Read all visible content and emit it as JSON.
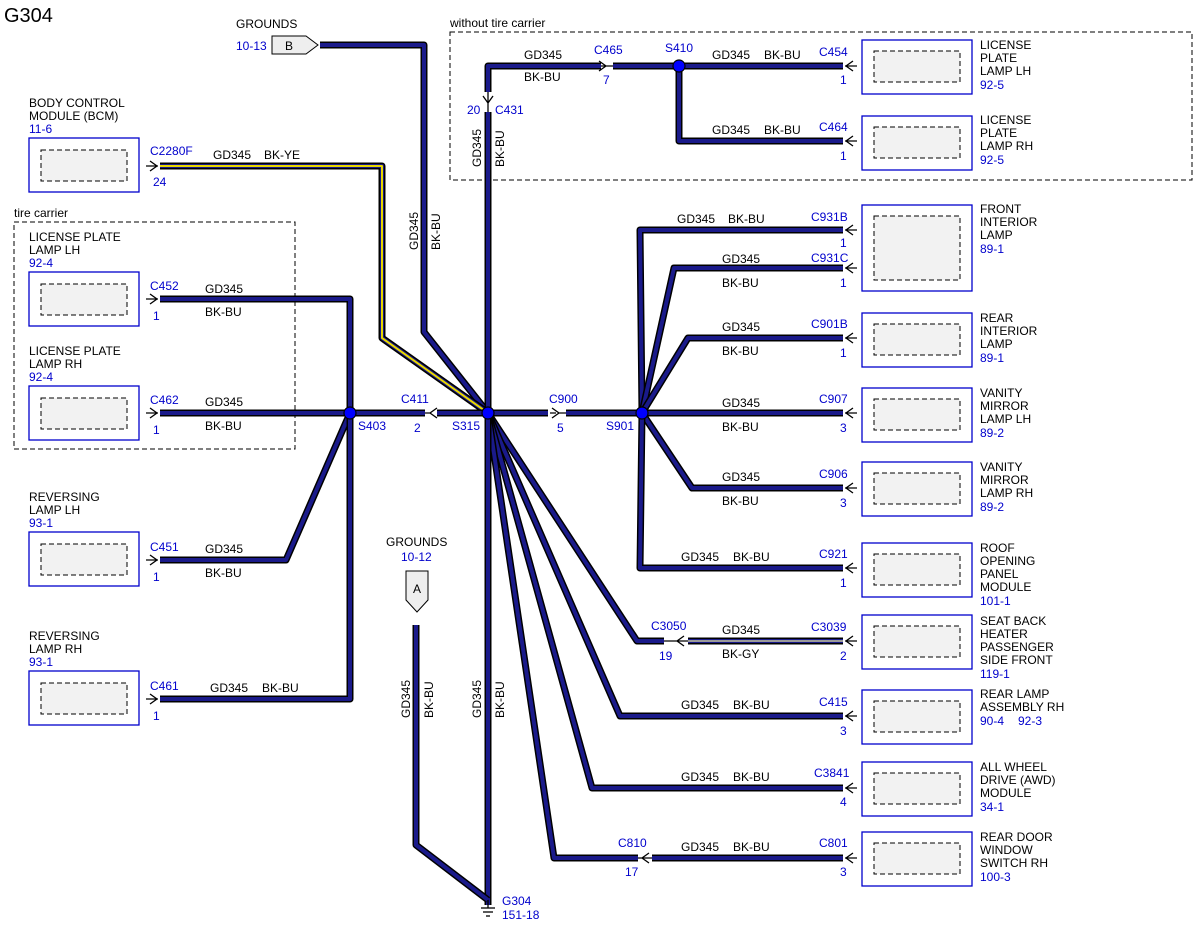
{
  "title": "G304",
  "splices": {
    "s403": "S403",
    "s315": "S315",
    "s901": "S901",
    "s410": "S410"
  },
  "wire": {
    "circuit": "GD345",
    "bk_bu": "BK-BU",
    "bk_ye": "BK-YE",
    "bk_gy": "BK-GY"
  },
  "grounds_b": {
    "label": "GROUNDS",
    "ref": "10-13",
    "letter": "B"
  },
  "grounds_a": {
    "label": "GROUNDS",
    "ref": "10-12",
    "letter": "A"
  },
  "ground_point": {
    "name": "G304",
    "ref": "151-18"
  },
  "groups": {
    "tire_carrier": "tire carrier",
    "without_tire_carrier": "without tire carrier"
  },
  "inline": {
    "c411": {
      "conn": "C411",
      "pin": "2"
    },
    "c900": {
      "conn": "C900",
      "pin": "5"
    },
    "c431": {
      "conn": "C431",
      "pin": "20"
    },
    "c465": {
      "conn": "C465",
      "pin": "7"
    },
    "c3050": {
      "conn": "C3050",
      "pin": "19"
    },
    "c810": {
      "conn": "C810",
      "pin": "17"
    }
  },
  "components": {
    "bcm": {
      "name": [
        "BODY CONTROL",
        "MODULE (BCM)"
      ],
      "ref": "11-6",
      "conn": "C2280F",
      "pin": "24"
    },
    "lp_lh_tc": {
      "name": [
        "LICENSE PLATE",
        "LAMP LH"
      ],
      "ref": "92-4",
      "conn": "C452",
      "pin": "1"
    },
    "lp_rh_tc": {
      "name": [
        "LICENSE PLATE",
        "LAMP RH"
      ],
      "ref": "92-4",
      "conn": "C462",
      "pin": "1"
    },
    "rev_lh": {
      "name": [
        "REVERSING",
        "LAMP LH"
      ],
      "ref": "93-1",
      "conn": "C451",
      "pin": "1"
    },
    "rev_rh": {
      "name": [
        "REVERSING",
        "LAMP RH"
      ],
      "ref": "93-1",
      "conn": "C461",
      "pin": "1"
    },
    "lp_lh": {
      "name": [
        "LICENSE",
        "PLATE",
        "LAMP LH"
      ],
      "ref": "92-5",
      "conn": "C454",
      "pin": "1"
    },
    "lp_rh": {
      "name": [
        "LICENSE",
        "PLATE",
        "LAMP RH"
      ],
      "ref": "92-5",
      "conn": "C464",
      "pin": "1"
    },
    "front_int": {
      "name": [
        "FRONT",
        "INTERIOR",
        "LAMP"
      ],
      "ref": "89-1",
      "conn1": "C931B",
      "pin1": "1",
      "conn2": "C931C",
      "pin2": "1"
    },
    "rear_int": {
      "name": [
        "REAR",
        "INTERIOR",
        "LAMP"
      ],
      "ref": "89-1",
      "conn": "C901B",
      "pin": "1"
    },
    "vanity_lh": {
      "name": [
        "VANITY",
        "MIRROR",
        "LAMP LH"
      ],
      "ref": "89-2",
      "conn": "C907",
      "pin": "3"
    },
    "vanity_rh": {
      "name": [
        "VANITY",
        "MIRROR",
        "LAMP RH"
      ],
      "ref": "89-2",
      "conn": "C906",
      "pin": "3"
    },
    "roof": {
      "name": [
        "ROOF",
        "OPENING",
        "PANEL",
        "MODULE"
      ],
      "ref": "101-1",
      "conn": "C921",
      "pin": "1"
    },
    "seat": {
      "name": [
        "SEAT BACK",
        "HEATER",
        "PASSENGER",
        "SIDE FRONT"
      ],
      "ref": "119-1",
      "conn": "C3039",
      "pin": "2"
    },
    "rear_lamp": {
      "name": [
        "REAR LAMP",
        "ASSEMBLY RH"
      ],
      "ref": "90-4",
      "ref2": "92-3",
      "conn": "C415",
      "pin": "3"
    },
    "awd": {
      "name": [
        "ALL WHEEL",
        "DRIVE (AWD)",
        "MODULE"
      ],
      "ref": "34-1",
      "conn": "C3841",
      "pin": "4"
    },
    "rear_door": {
      "name": [
        "REAR DOOR",
        "WINDOW",
        "SWITCH RH"
      ],
      "ref": "100-3",
      "conn": "C801",
      "pin": "3"
    }
  }
}
